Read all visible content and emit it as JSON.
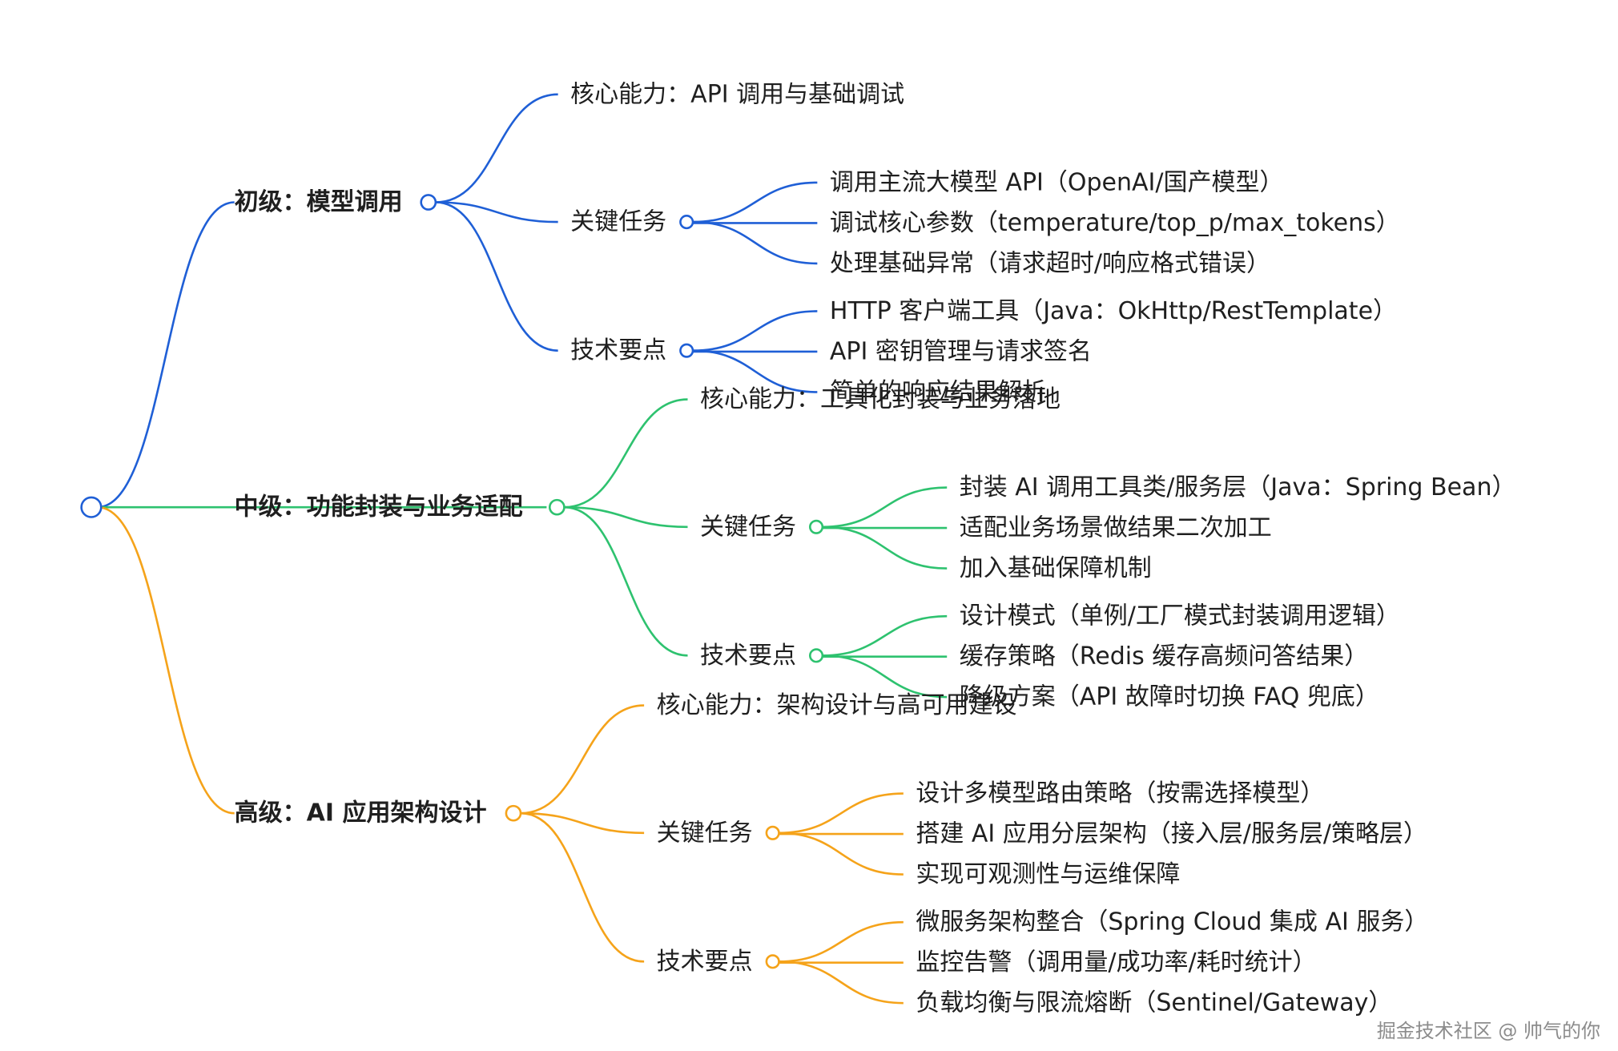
{
  "colors": {
    "root": "#1f5fd6",
    "branches": [
      "#1f5fd6",
      "#2ec26f",
      "#f5a31a"
    ],
    "text": "#1f1f1f",
    "watermark": "#8c8c8c"
  },
  "mindmap": {
    "branches": [
      {
        "label": "初级：模型调用",
        "core": "核心能力：API 调用与基础调试",
        "groups": [
          {
            "label": "关键任务",
            "items": [
              "调用主流大模型 API（OpenAI/国产模型）",
              "调试核心参数（temperature/top_p/max_tokens）",
              "处理基础异常（请求超时/响应格式错误）"
            ]
          },
          {
            "label": "技术要点",
            "items": [
              "HTTP 客户端工具（Java：OkHttp/RestTemplate）",
              "API 密钥管理与请求签名",
              "简单的响应结果解析"
            ]
          }
        ]
      },
      {
        "label": "中级：功能封装与业务适配",
        "core": "核心能力：工具化封装与业务落地",
        "groups": [
          {
            "label": "关键任务",
            "items": [
              "封装 AI 调用工具类/服务层（Java：Spring Bean）",
              "适配业务场景做结果二次加工",
              "加入基础保障机制"
            ]
          },
          {
            "label": "技术要点",
            "items": [
              "设计模式（单例/工厂模式封装调用逻辑）",
              "缓存策略（Redis 缓存高频问答结果）",
              "降级方案（API 故障时切换 FAQ 兜底）"
            ]
          }
        ]
      },
      {
        "label": "高级：AI 应用架构设计",
        "core": "核心能力：架构设计与高可用建设",
        "groups": [
          {
            "label": "关键任务",
            "items": [
              "设计多模型路由策略（按需选择模型）",
              "搭建 AI 应用分层架构（接入层/服务层/策略层）",
              "实现可观测性与运维保障"
            ]
          },
          {
            "label": "技术要点",
            "items": [
              "微服务架构整合（Spring Cloud 集成 AI 服务）",
              "监控告警（调用量/成功率/耗时统计）",
              "负载均衡与限流熔断（Sentinel/Gateway）"
            ]
          }
        ]
      }
    ]
  },
  "watermark": "掘金技术社区 @ 帅气的你"
}
